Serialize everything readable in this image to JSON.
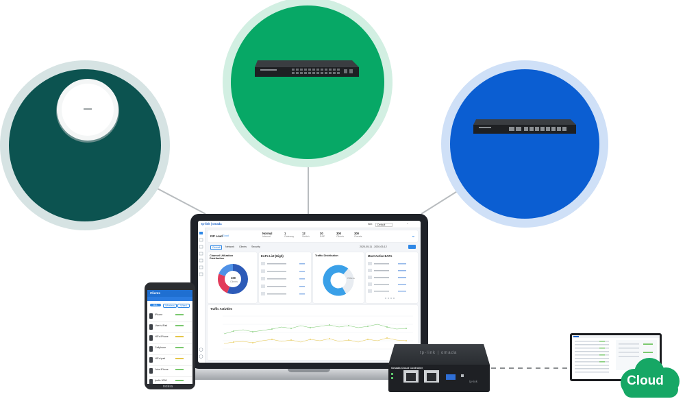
{
  "cloud": {
    "label": "Cloud"
  },
  "laptop": {
    "brand": "tp-link | omada",
    "site_label": "Site:",
    "site_value": "Default",
    "isp_label": "ISP Load",
    "isp_value": "Good",
    "status_items": [
      {
        "value": "Normal",
        "label": "Internet"
      },
      {
        "value": "1",
        "label": "Gateway"
      },
      {
        "value": "12",
        "label": "Switch"
      },
      {
        "value": "30",
        "label": "EAP"
      },
      {
        "value": "300",
        "label": "Clients"
      },
      {
        "value": "300",
        "label": "Guests"
      }
    ],
    "tabs": [
      "Overall",
      "Network",
      "Clients",
      "Security"
    ],
    "date_range": "2020-05-11 - 2020-05-12",
    "panels": {
      "channel": {
        "title": "Channel Utilization Distribution",
        "center_value": "100",
        "center_label": "Clients"
      },
      "eaps": {
        "title": "EAPs List (High)"
      },
      "traffic": {
        "title": "Traffic Distribution",
        "center_label": "Others"
      },
      "active": {
        "title": "Most Active EAPs"
      },
      "activities": {
        "title": "Traffic Activities"
      }
    },
    "colors": {
      "accent": "#2f88e6",
      "green": "#7bc96f",
      "yellow": "#e6c64a"
    }
  },
  "phone": {
    "title": "Clients",
    "tabs": [
      "ALL",
      "Wireless",
      "Wired"
    ],
    "brand": "nokia",
    "items": [
      {
        "name": "iPhone"
      },
      {
        "name": "User's iPad"
      },
      {
        "name": "HE's iPhone"
      },
      {
        "name": "Cellphone"
      },
      {
        "name": "HE's ipad"
      },
      {
        "name": "Jobs iPhone"
      },
      {
        "name": "Ipefix 3000"
      }
    ]
  },
  "controller": {
    "brand": "tp-link | omada",
    "label": "Omada Cloud Controller",
    "sub_brand": "tp-link"
  }
}
